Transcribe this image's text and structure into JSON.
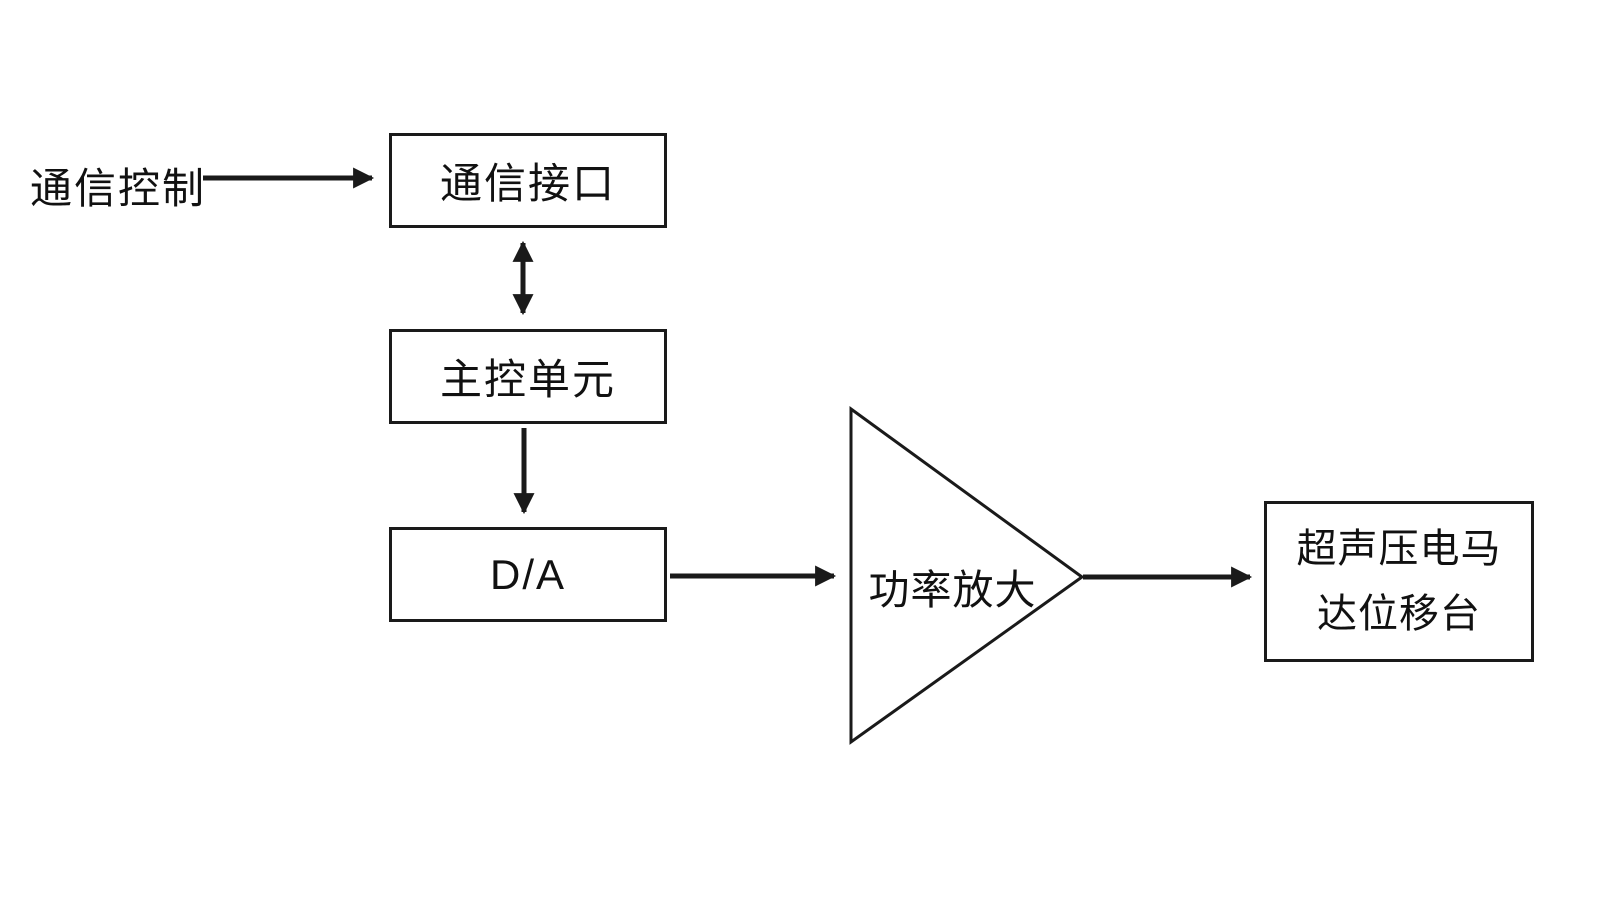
{
  "diagram": {
    "type": "block-diagram",
    "colors": {
      "stroke": "#1a1a1a",
      "background": "#ffffff",
      "text": "#111111"
    },
    "source_label": {
      "text": "通信控制"
    },
    "nodes": {
      "comm_interface": {
        "text": "通信接口"
      },
      "main_control": {
        "text": "主控单元"
      },
      "da": {
        "text": "D/A"
      },
      "power_amp": {
        "text": "功率放大",
        "shape": "triangle-amplifier"
      },
      "stage": {
        "line1": "超声压电马",
        "line2": "达位移台"
      }
    },
    "connections": [
      {
        "from": "source_label",
        "to": "comm_interface",
        "direction": "right",
        "arrow": "single"
      },
      {
        "from": "comm_interface",
        "to": "main_control",
        "direction": "vertical",
        "arrow": "double"
      },
      {
        "from": "main_control",
        "to": "da",
        "direction": "down",
        "arrow": "single"
      },
      {
        "from": "da",
        "to": "power_amp",
        "direction": "right",
        "arrow": "single"
      },
      {
        "from": "power_amp",
        "to": "stage",
        "direction": "right",
        "arrow": "single"
      }
    ]
  }
}
